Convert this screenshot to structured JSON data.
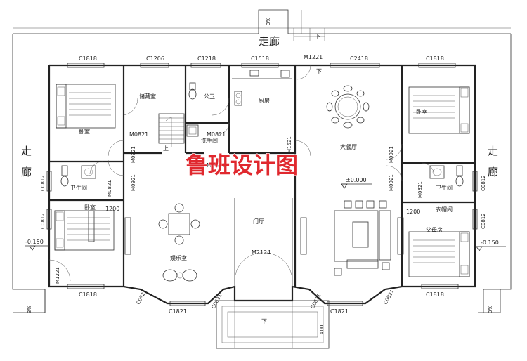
{
  "corridors": {
    "top": "走廊",
    "left_1": "走",
    "left_2": "廊",
    "right_1": "走",
    "right_2": "廊"
  },
  "rooms": {
    "bedroom_nw": "卧室",
    "storage": "储藏室",
    "public_wc": "公卫",
    "kitchen": "厨房",
    "dining_hall": "大餐厅",
    "bedroom_ne": "卧室",
    "washroom": "洗手间",
    "bath_w": "卫生间",
    "bath_e": "卫生间",
    "bedroom_sw": "卧室",
    "recreation": "娱乐室",
    "foyer": "门厅",
    "cloakroom": "衣帽间",
    "parents_room": "父母房"
  },
  "windows": {
    "top": [
      "C1818",
      "C1206",
      "C1218",
      "C1518",
      "C2418",
      "C1818"
    ],
    "bottom": [
      "C1818",
      "C1821",
      "C1821",
      "C1818"
    ],
    "bay_angles": [
      "C0821",
      "C0821",
      "C0821",
      "C0821"
    ],
    "side": [
      "C0812",
      "C0812",
      "C0812",
      "C0812"
    ]
  },
  "doors": {
    "top_center": "M1221",
    "stair_w": "M0821",
    "stair_e": "M0821",
    "below_wash": "M0821",
    "kitchen": "M1521",
    "left_a": "M0921",
    "left_b": "M0921",
    "bath_w": "M0821",
    "right_a": "M0921",
    "right_b": "M0921",
    "bath_e": "M0821",
    "main": "M2124",
    "corner_sw": "M1221"
  },
  "dims": {
    "w1200": "1200",
    "e1200": "1200",
    "d400": "400",
    "level_main": "±0.000",
    "level_w": "-0.150",
    "level_e": "-0.150",
    "slope_top": "3%",
    "slope_sw": "3%",
    "slope_se": "3%"
  },
  "stair_marks": {
    "up": "上",
    "down_top": "下",
    "down_front": "下",
    "down_door": "下"
  },
  "watermark": "鲁班设计图"
}
